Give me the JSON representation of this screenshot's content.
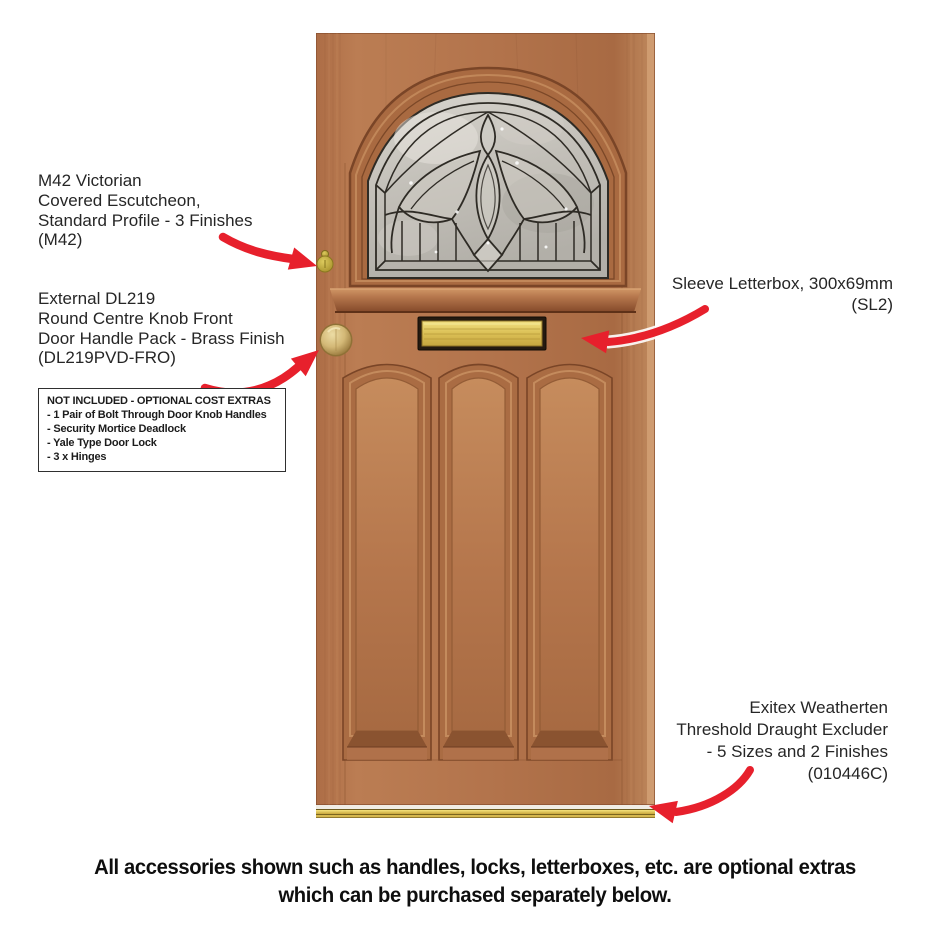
{
  "annotations": {
    "escutcheon": {
      "lines": [
        "M42 Victorian",
        "Covered Escutcheon,",
        "Standard Profile - 3 Finishes",
        "(M42)"
      ]
    },
    "handle": {
      "lines": [
        "External DL219",
        "Round Centre Knob Front",
        "Door Handle Pack - Brass Finish",
        "(DL219PVD-FRO)"
      ]
    },
    "letterbox": {
      "lines": [
        "Sleeve Letterbox, 300x69mm",
        "(SL2)"
      ]
    },
    "threshold": {
      "lines": [
        "Exitex Weatherten",
        "Threshold Draught Excluder",
        "- 5 Sizes and 2 Finishes",
        "(010446C)"
      ]
    },
    "not_included": {
      "title": "NOT INCLUDED - OPTIONAL COST EXTRAS",
      "items": [
        "- 1 Pair of Bolt Through Door Knob Handles",
        "- Security Mortice Deadlock",
        "- Yale Type Door Lock",
        "- 3 x Hinges"
      ]
    }
  },
  "caption": {
    "line1": "All accessories shown such as handles, locks, letterboxes, etc. are optional extras",
    "line2": "which can be purchased separately below."
  },
  "colors": {
    "arrow": "#e7202c",
    "halo": "#ffffff",
    "wood": "#b3754e",
    "wood_dark": "#8a5330",
    "brass": "#d9bd55",
    "glass": "#c8c5be",
    "lead": "#2e2b25",
    "text": "#262626"
  }
}
